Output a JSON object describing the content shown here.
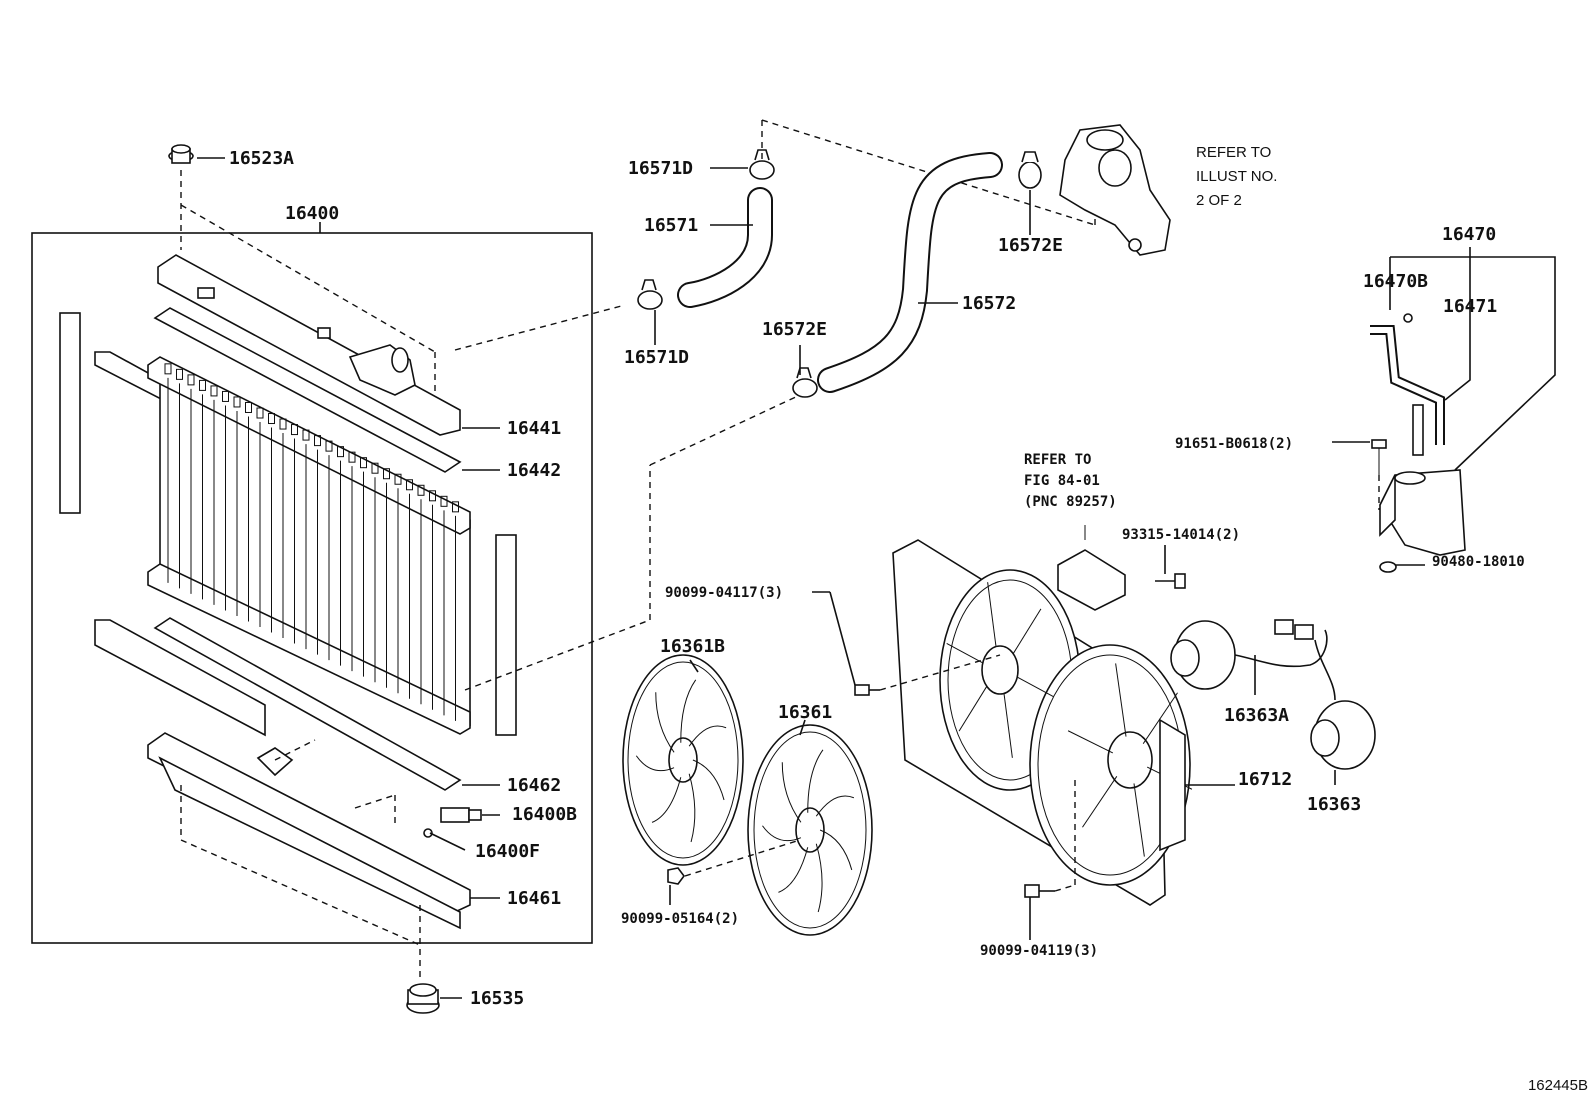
{
  "callouts": {
    "p16523A": "16523A",
    "p16400": "16400",
    "p16441": "16441",
    "p16442": "16442",
    "p16462": "16462",
    "p16400B": "16400B",
    "p16400F": "16400F",
    "p16461": "16461",
    "p16535": "16535",
    "p16571D_top": "16571D",
    "p16571": "16571",
    "p16571D_bottom": "16571D",
    "p16572E_top": "16572E",
    "p16572E_left": "16572E",
    "p16572": "16572",
    "p16470": "16470",
    "p16470B": "16470B",
    "p16471": "16471",
    "p91651": "91651-B0618(2)",
    "p93315": "93315-14014(2)",
    "p90480": "90480-18010",
    "p90099_04117": "90099-04117(3)",
    "p16361B": "16361B",
    "p16361": "16361",
    "p16363A": "16363A",
    "p16363": "16363",
    "p16712": "16712",
    "p90099_05164": "90099-05164(2)",
    "p90099_04119": "90099-04119(3)"
  },
  "notes": {
    "refer_illust_line1": "REFER TO",
    "refer_illust_line2": "ILLUST NO.",
    "refer_illust_line3": "2 OF 2",
    "refer_fig_line1": "REFER TO",
    "refer_fig_line2": "FIG 84-01",
    "refer_fig_line3": "(PNC 89257)"
  },
  "illustration_id": "162445B"
}
